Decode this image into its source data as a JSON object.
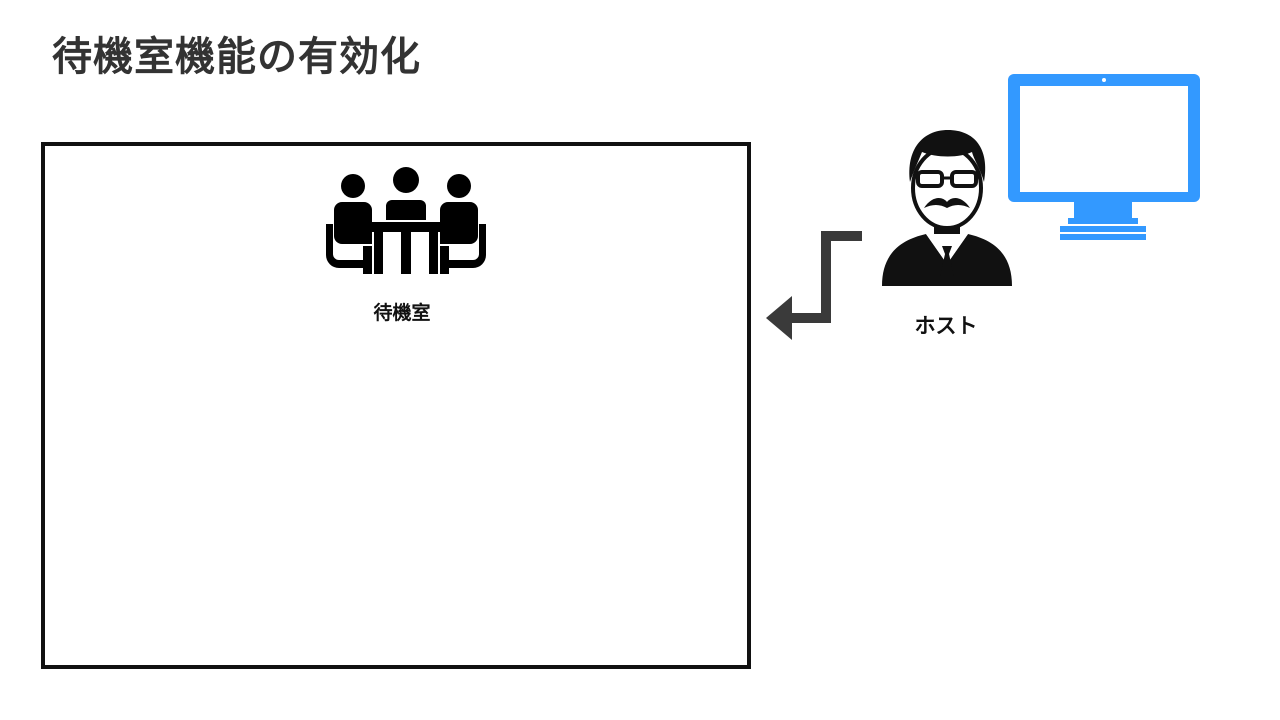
{
  "title": "待機室機能の有効化",
  "waiting_room": {
    "label": "待機室",
    "icon": "meeting-room-icon"
  },
  "host": {
    "label": "ホスト",
    "icon": "host-person-icon"
  },
  "monitor": {
    "icon": "monitor-icon"
  },
  "arrow": {
    "icon": "arrow-left-down-icon"
  },
  "colors": {
    "title": "#333333",
    "box_border": "#111111",
    "arrow": "#3a3a3a",
    "monitor": "#3399ff"
  }
}
